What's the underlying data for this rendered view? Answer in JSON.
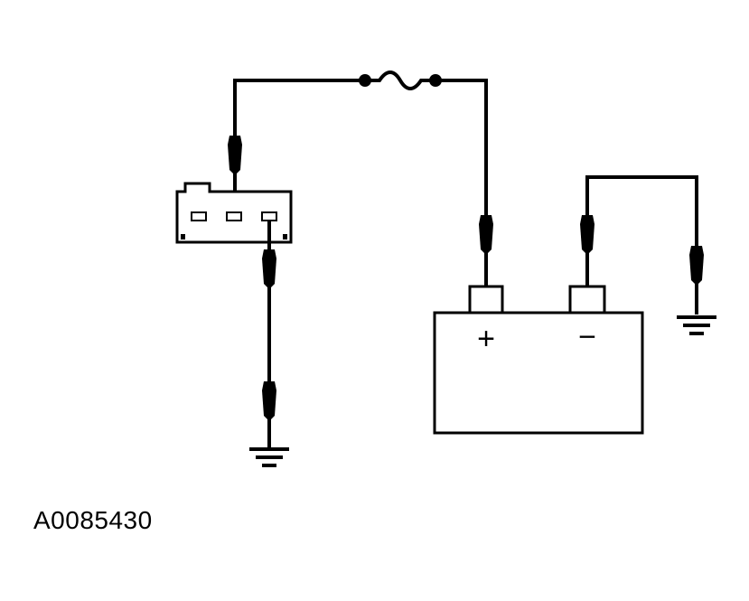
{
  "figure": {
    "id": "A0085430"
  },
  "battery": {
    "positive_symbol": "+",
    "negative_symbol": "−"
  },
  "colors": {
    "line": "#000000",
    "background": "#ffffff"
  },
  "components": [
    "connector",
    "fuse",
    "battery",
    "ground-symbol",
    "ground-symbol"
  ]
}
